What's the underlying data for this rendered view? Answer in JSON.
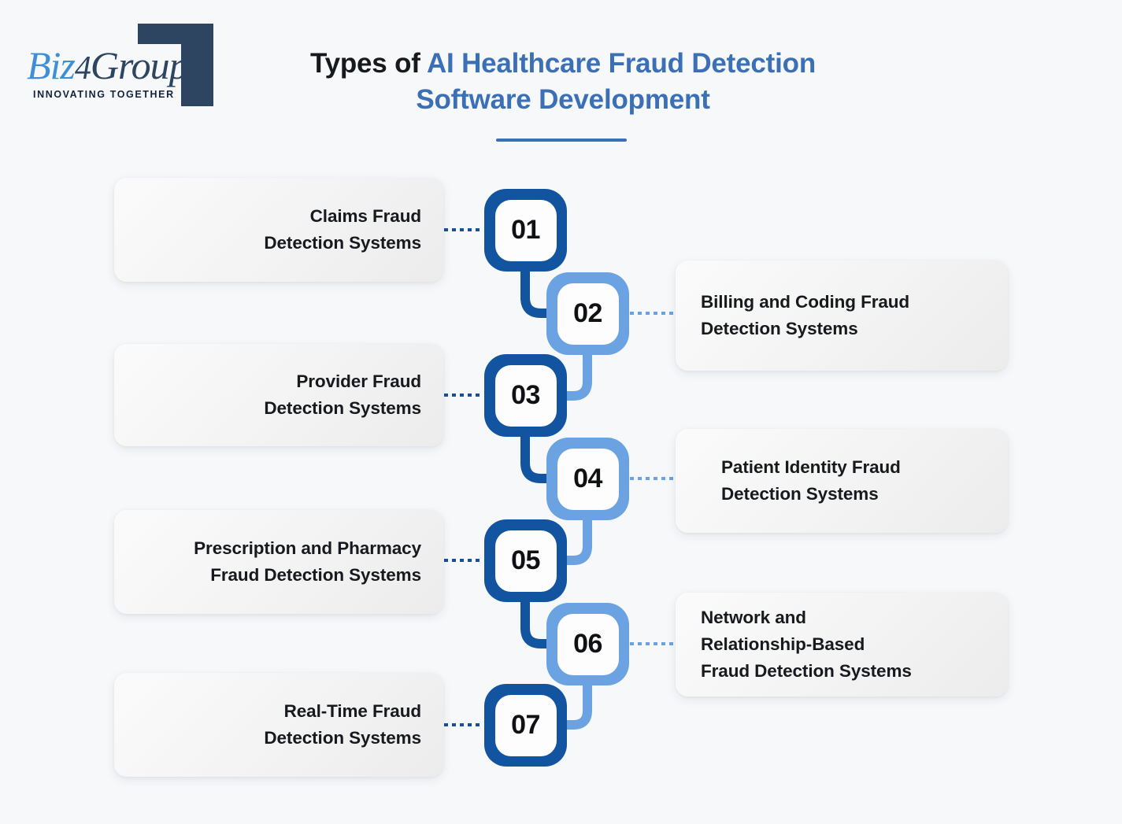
{
  "brand": {
    "name_part1": "Biz",
    "name_part2": "4",
    "name_part3": "Group",
    "tagline": "INNOVATING TOGETHER",
    "logo_icon": "bracket-square-mark",
    "color_blue": "#3f8fd6",
    "color_navy": "#2d4560"
  },
  "header": {
    "title_plain": "Types of ",
    "title_accent_line1": "AI Healthcare Fraud Detection",
    "title_accent_line2": "Software Development",
    "accent_color": "#3b6fb6",
    "underline": true
  },
  "theme": {
    "background": "#f6f8fa",
    "dark_blue": "#12549f",
    "light_blue": "#6ba3e2",
    "card_bg": "#f3f3f3",
    "text_color": "#16191d"
  },
  "steps": [
    {
      "number": "01",
      "label": "Claims Fraud\nDetection Systems",
      "side": "left",
      "tone": "dark"
    },
    {
      "number": "02",
      "label": "Billing and Coding Fraud\nDetection Systems",
      "side": "right",
      "tone": "light"
    },
    {
      "number": "03",
      "label": "Provider Fraud\nDetection Systems",
      "side": "left",
      "tone": "dark"
    },
    {
      "number": "04",
      "label": "Patient Identity Fraud\nDetection Systems",
      "side": "right",
      "tone": "light"
    },
    {
      "number": "05",
      "label": "Prescription and Pharmacy\nFraud Detection Systems",
      "side": "left",
      "tone": "dark"
    },
    {
      "number": "06",
      "label": "Network and\nRelationship-Based\nFraud Detection Systems",
      "side": "right",
      "tone": "light"
    },
    {
      "number": "07",
      "label": "Real-Time Fraud\nDetection Systems",
      "side": "left",
      "tone": "dark"
    }
  ]
}
